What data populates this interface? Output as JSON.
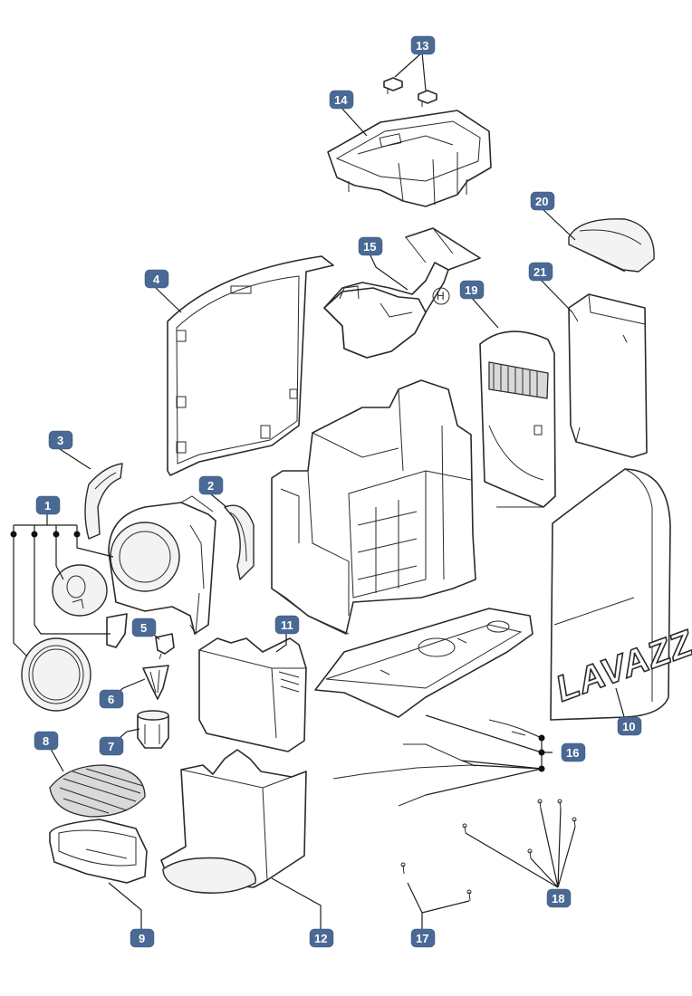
{
  "diagram": {
    "callouts": [
      "1",
      "2",
      "3",
      "4",
      "5",
      "6",
      "7",
      "8",
      "9",
      "10",
      "11",
      "12",
      "13",
      "14",
      "15",
      "16",
      "17",
      "18",
      "19",
      "20",
      "21"
    ],
    "brand_logo": "LAVAZZA",
    "marker": "H"
  },
  "colors": {
    "badge_fill": "#4a6994",
    "badge_text": "#ffffff",
    "line_art": "#2a2a2a",
    "background": "#ffffff"
  }
}
